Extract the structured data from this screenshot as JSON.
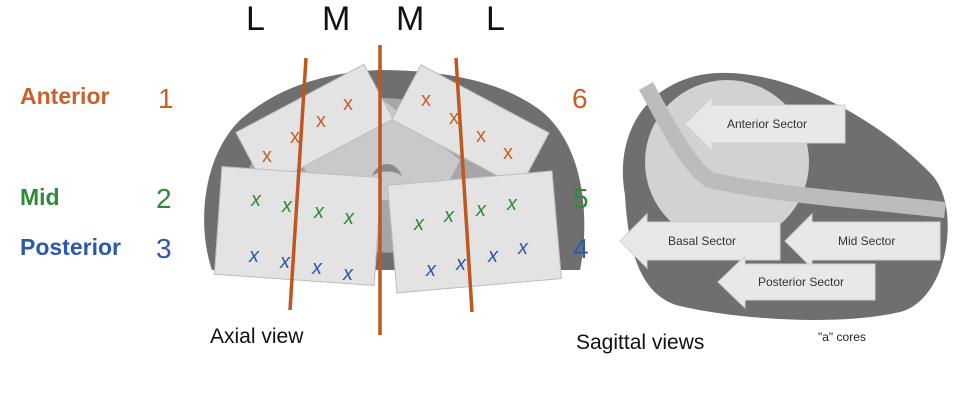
{
  "top_labels": [
    "L",
    "M",
    "M",
    "L"
  ],
  "left_labels": {
    "anterior": "Anterior",
    "mid": "Mid",
    "posterior": "Posterior"
  },
  "sector_numbers": {
    "n1": "1",
    "n2": "2",
    "n3": "3",
    "n4": "4",
    "n5": "5",
    "n6": "6"
  },
  "core_mark": "x",
  "captions": {
    "axial": "Axial view",
    "sagittal": "Sagittal views",
    "cores": "\"a\" cores"
  },
  "sagittal_arrows": {
    "anterior": "Anterior Sector",
    "basal": "Basal Sector",
    "mid": "Mid Sector",
    "posterior": "Posterior Sector"
  },
  "colors": {
    "anterior": "#c8622a",
    "mid": "#2e8b35",
    "posterior": "#2b58b0",
    "lines": "#c0571f",
    "gland_dark": "#6f6f6f",
    "gland_mid": "#a6a6a6",
    "gland_light": "#cfcfcf",
    "template": "#e3e3e3"
  }
}
